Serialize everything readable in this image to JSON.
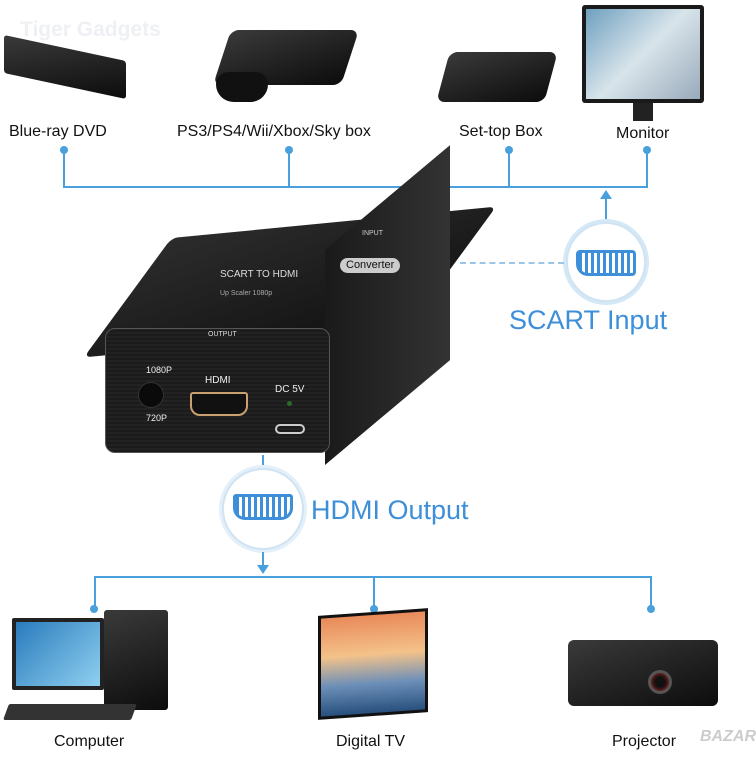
{
  "watermark": "Tiger Gadgets",
  "sources": [
    {
      "label": "Blue-ray DVD",
      "icon": "dvd-player-icon"
    },
    {
      "label": "PS3/PS4/Wii/Xbox/Sky box",
      "icon": "game-console-icon"
    },
    {
      "label": "Set-top Box",
      "icon": "set-top-box-icon"
    },
    {
      "label": "Monitor",
      "icon": "monitor-icon"
    }
  ],
  "device": {
    "title": "SCART TO HDMI",
    "subtitle": "Up Scaler 1080p",
    "badge": "Converter",
    "input_label": "INPUT",
    "output_label": "OUTPUT",
    "switch_high": "1080P",
    "switch_low": "720P",
    "hdmi_label": "HDMI",
    "dc_label": "DC 5V"
  },
  "scart_input": "SCART Input",
  "hdmi_output": "HDMI Output",
  "outputs": [
    {
      "label": "Computer",
      "icon": "computer-icon"
    },
    {
      "label": "Digital TV",
      "icon": "tv-icon"
    },
    {
      "label": "Projector",
      "icon": "projector-icon"
    }
  ],
  "corner_logo": "BAZAR",
  "colors": {
    "accent": "#3c8fd8",
    "line": "#4aa0dc"
  }
}
